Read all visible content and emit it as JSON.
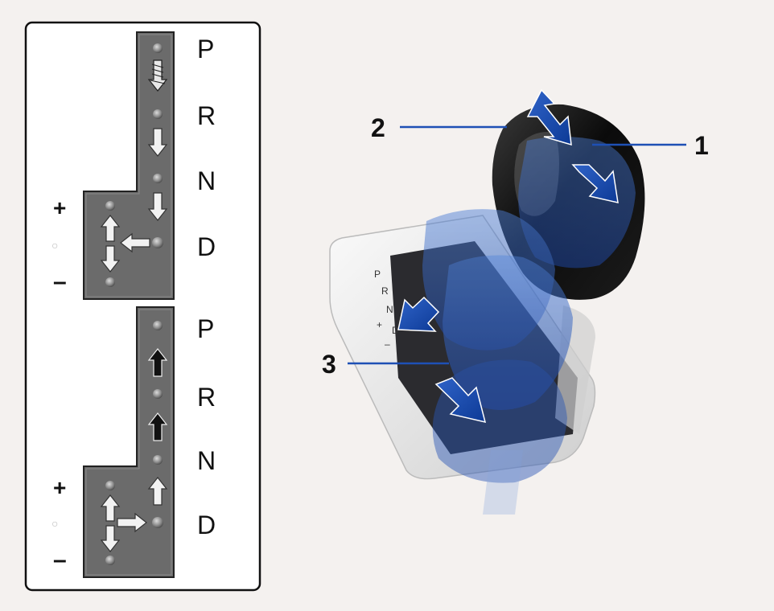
{
  "gate_diagram": {
    "upper": {
      "gears": [
        "P",
        "R",
        "N",
        "D"
      ],
      "manual": {
        "plus": "+",
        "neutral": "○",
        "minus": "–"
      }
    },
    "lower": {
      "gears": [
        "P",
        "R",
        "N",
        "D"
      ],
      "manual": {
        "plus": "+",
        "neutral": "○",
        "minus": "–"
      }
    }
  },
  "shifter_illustration": {
    "plate_labels": [
      "P",
      "R",
      "N",
      "+",
      "D",
      "–"
    ],
    "callouts": [
      "1",
      "2",
      "3"
    ]
  }
}
